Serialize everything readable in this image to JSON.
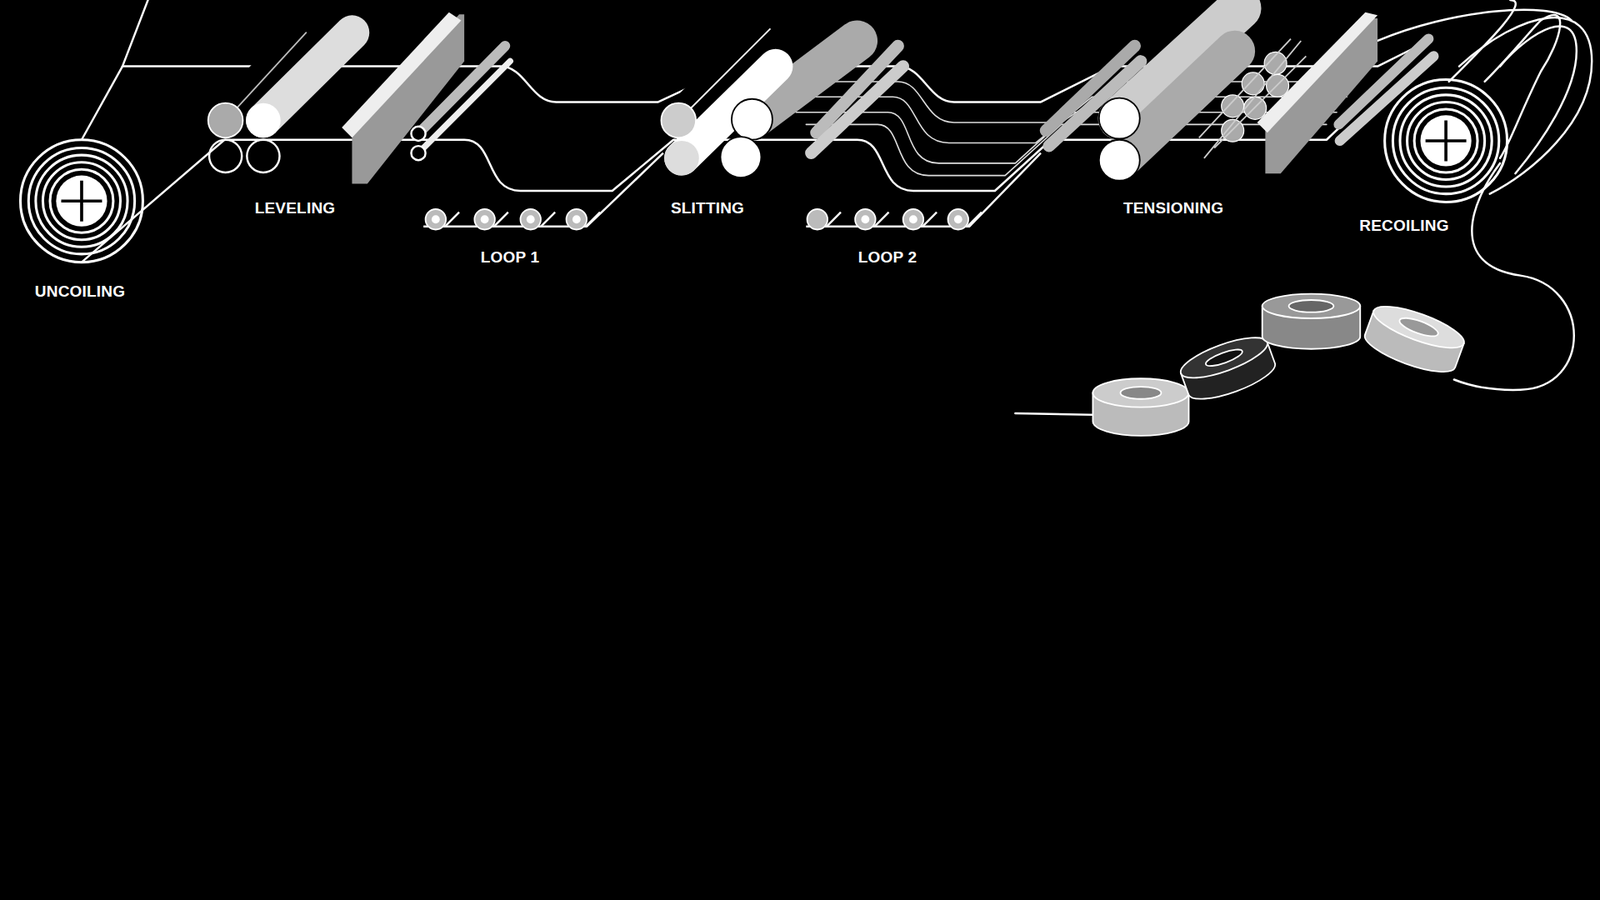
{
  "diagram": {
    "labels": [
      "UNCOILING",
      "LEVELING",
      "LOOP 1",
      "SLITTING",
      "LOOP 2",
      "TENSIONING",
      "RECOILING"
    ]
  }
}
